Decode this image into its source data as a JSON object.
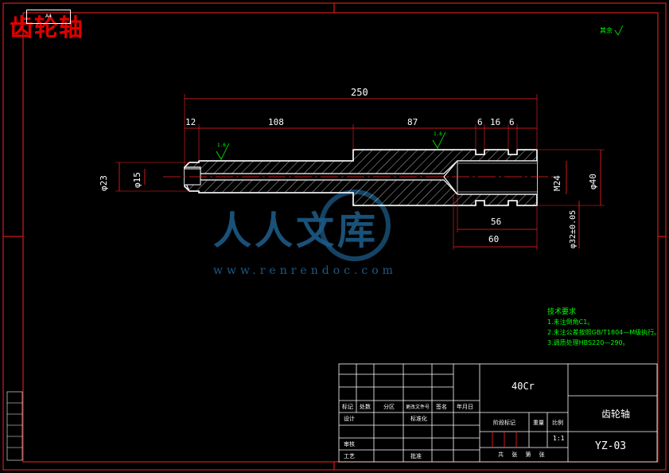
{
  "header": {
    "title": "齿轮轴",
    "box_label": "A4"
  },
  "roughness_note": "其余",
  "dimensions": {
    "total_length": "250",
    "seg1": "12",
    "seg2": "108",
    "seg3": "87",
    "groove1": "6",
    "between": "16",
    "groove2": "6",
    "dia23": "φ23",
    "dia15": "φ15",
    "thread": "M24",
    "dia40": "φ40",
    "dia32": "φ32±0.05",
    "bore56": "56",
    "bore60": "60"
  },
  "roughness_marks": [
    "1.6",
    "1.6"
  ],
  "watermark": {
    "cn": "人人文库",
    "url": "www.renrendoc.com"
  },
  "tech_requirements": {
    "heading": "技术要求",
    "items": [
      "1.未注倒角C1。",
      "2.未注公差按照GB/T1804—M级执行。",
      "3.调质处理HBS220—290。"
    ]
  },
  "title_block": {
    "material": "40Cr",
    "part_name": "齿轮轴",
    "drawing_no": "YZ-03",
    "scale": "1:1",
    "labels": {
      "mark": "标记",
      "count": "处数",
      "zone": "分区",
      "change_doc": "更改文件号",
      "sign": "签名",
      "date": "年月日",
      "design": "设计",
      "standardize": "标准化",
      "review": "审核",
      "process": "工艺",
      "approve": "批准",
      "stage": "阶段标记",
      "weight": "重量",
      "scale_lbl": "比例",
      "sheets": "共 张 第 张"
    }
  }
}
